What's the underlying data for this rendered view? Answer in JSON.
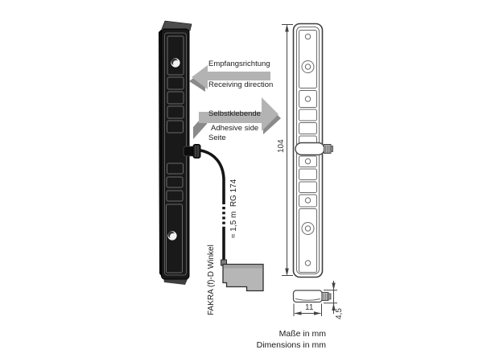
{
  "diagram": {
    "type": "technical-drawing",
    "annotations": {
      "receiving_direction_de": "Empfangsrichtung",
      "receiving_direction_en": "Receiving direction",
      "adhesive_side_de_line1": "Selbstklebende",
      "adhesive_side_de_line2": "Seite",
      "adhesive_side_en": "Adhesive side",
      "cable_label": "≈ 1,5 m  RG 174",
      "connector_label": "FAKRA (f)-D Winkel",
      "units_de": "Maße in mm",
      "units_en": "Dimensions in mm"
    },
    "dimensions_mm": {
      "height": "104",
      "width": "11",
      "depth": "4,5"
    },
    "colors": {
      "arrow_light": "#b3b3b3",
      "arrow_dark": "#8a8a8a",
      "antenna_body": "#1a1a1a",
      "drawing_stroke": "#5f5f5f",
      "connector_fill": "#b6b6b6",
      "background": "#ffffff"
    },
    "icons": {
      "receiving_arrow": "arrow-left-icon",
      "adhesive_arrow": "arrow-right-icon"
    }
  }
}
